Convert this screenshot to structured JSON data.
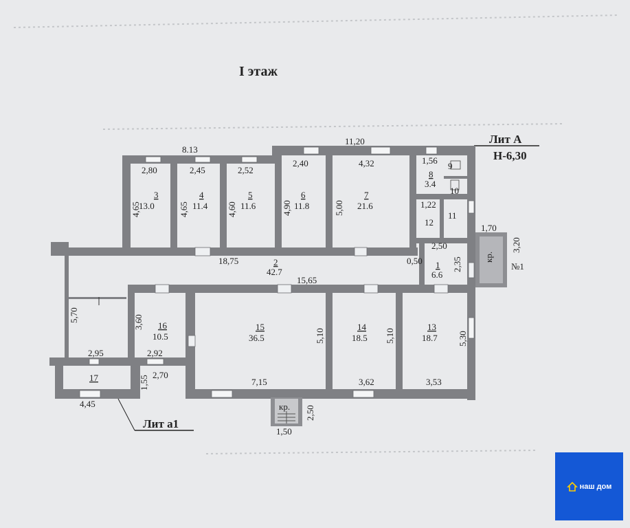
{
  "title": "I  этаж",
  "lit_a": "Лит А",
  "height": "Н-6,30",
  "lit_a1": "Лит а1",
  "logo": {
    "text": "наш дом",
    "icon": "house-icon",
    "bg": "#1458d6"
  },
  "rooms": [
    {
      "id": "3",
      "num": "3",
      "area": "13.0",
      "w": "2,80",
      "h": "4,65"
    },
    {
      "id": "4",
      "num": "4",
      "area": "11.4",
      "w": "2,45",
      "h": "4,65"
    },
    {
      "id": "5",
      "num": "5",
      "area": "11.6",
      "w": "2,52",
      "h": "4,60"
    },
    {
      "id": "6",
      "num": "6",
      "area": "11.8",
      "w": "2,40",
      "h": "4,90"
    },
    {
      "id": "7",
      "num": "7",
      "area": "21.6",
      "w": "4,32",
      "h": "5,00"
    },
    {
      "id": "8",
      "num": "8",
      "area": "3.4",
      "w": "1,56"
    },
    {
      "id": "9",
      "num": "9"
    },
    {
      "id": "10",
      "num": "10"
    },
    {
      "id": "11",
      "num": "11"
    },
    {
      "id": "12",
      "num": "12",
      "w": "1,22"
    },
    {
      "id": "2",
      "num": "2",
      "area": "42.7",
      "w": "18,75"
    },
    {
      "id": "1",
      "num": "1",
      "area": "6.6",
      "w": "2,50",
      "h": "2,35"
    },
    {
      "id": "16",
      "num": "16",
      "area": "10.5",
      "h": "3,60"
    },
    {
      "id": "15",
      "num": "15",
      "area": "36.5",
      "h": "5,10",
      "w": "7,15"
    },
    {
      "id": "14",
      "num": "14",
      "area": "18.5",
      "h": "5,10",
      "w": "3,62"
    },
    {
      "id": "13",
      "num": "13",
      "area": "18.7",
      "h": "5,30",
      "w": "3,53"
    },
    {
      "id": "17",
      "num": "17",
      "w": "4,45",
      "h": "1,55"
    }
  ],
  "dims": {
    "top_left": "8.13",
    "top_right": "11,20",
    "corridor_inner": "15,65",
    "corr_gap": "0,50",
    "left_height": "5,70",
    "w295": "2,95",
    "w292": "2,92",
    "w270": "2,70",
    "porch_w": "1,70",
    "porch_h": "3,20",
    "porch_label": "кр.",
    "porch_no": "№1",
    "bottom_porch_label": "кр.",
    "bottom_porch_w": "1,50",
    "bottom_porch_h": "2,50"
  }
}
